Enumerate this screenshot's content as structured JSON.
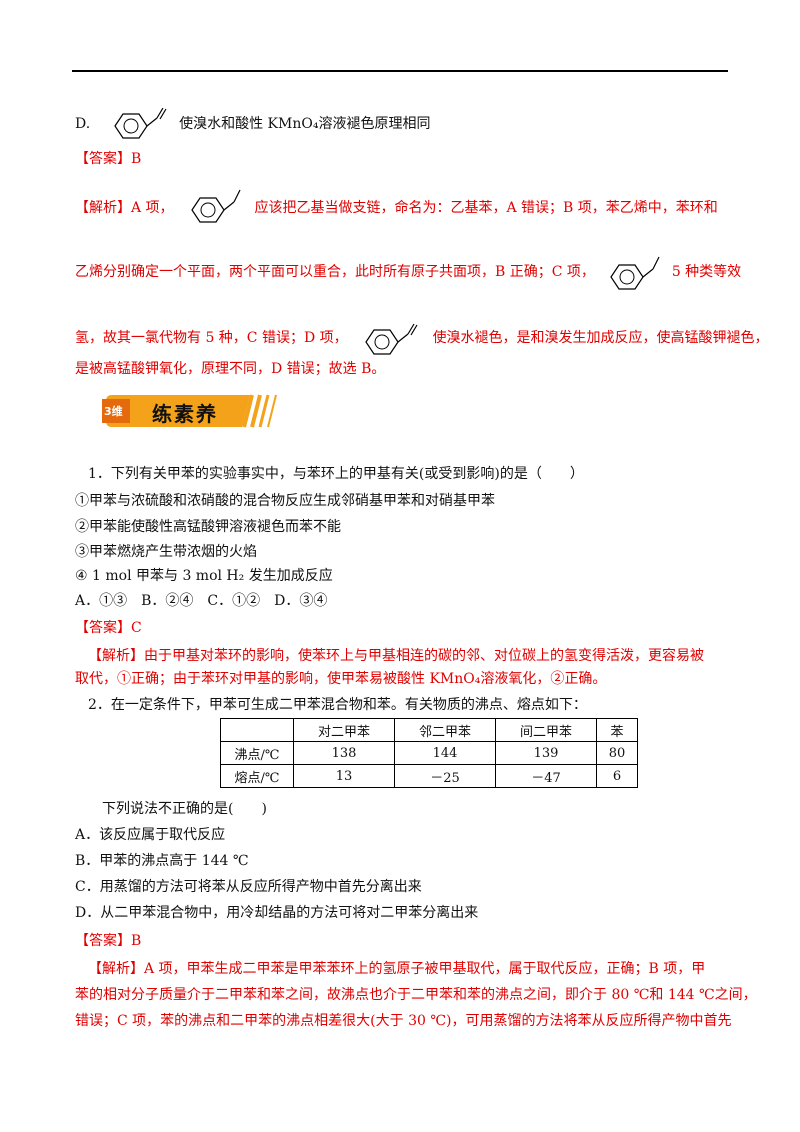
{
  "q_prev": {
    "d_letter": "D.",
    "d_text": "使溴水和酸性 KMnO₄溶液褪色原理相同",
    "answer": "【答案】B",
    "exp_tag": "【解析】",
    "exp_1a": "A 项，",
    "exp_1b": "应该把乙基当做支链，命名为：乙基苯，A 错误；B 项，苯乙烯中，苯环和",
    "exp_2a": "乙烯分别确定一个平面，两个平面可以重合，此时所有原子共面项，B 正确；C 项，",
    "exp_2b": "5 种类等效",
    "exp_3a": "氢，故其一氯代物有 5 种，C 错误；D 项，",
    "exp_3b": "使溴水褪色，是和溴发生加成反应，使高锰酸钾褪色，",
    "exp_4": "是被高锰酸钾氧化，原理不同，D 错误；故选 B。"
  },
  "section": {
    "badge": "3维",
    "title": "练素养"
  },
  "q1": {
    "stem": "1．下列有关甲苯的实验事实中，与苯环上的甲基有关(或受到影响)的是（　　）",
    "o1": "①甲苯与浓硫酸和浓硝酸的混合物反应生成邻硝基甲苯和对硝基甲苯",
    "o2": "②甲苯能使酸性高锰酸钾溶液褪色而苯不能",
    "o3": "③甲苯燃烧产生带浓烟的火焰",
    "o4": "④ 1 mol 甲苯与 3 mol H₂ 发生加成反应",
    "choices": "A．①③　B．②④　C．①②　D．③④",
    "answer": "【答案】C",
    "exp_1": "【解析】由于甲基对苯环的影响，使苯环上与甲基相连的碳的邻、对位碳上的氢变得活泼，更容易被",
    "exp_2": "取代，①正确；由于苯环对甲基的影响，使甲苯易被酸性 KMnO₄溶液氧化，②正确。"
  },
  "q2": {
    "stem": "2．在一定条件下，甲苯可生成二甲苯混合物和苯。有关物质的沸点、熔点如下：",
    "table": {
      "header": [
        "",
        "对二甲苯",
        "邻二甲苯",
        "间二甲苯",
        "苯"
      ],
      "rows": [
        [
          "沸点/℃",
          "138",
          "144",
          "139",
          "80"
        ],
        [
          "熔点/℃",
          "13",
          "－25",
          "－47",
          "6"
        ]
      ]
    },
    "q": "下列说法不正确的是(　　)",
    "a": "A．该反应属于取代反应",
    "b": "B．甲苯的沸点高于 144 ℃",
    "c": "C．用蒸馏的方法可将苯从反应所得产物中首先分离出来",
    "d": "D．从二甲苯混合物中，用冷却结晶的方法可将对二甲苯分离出来",
    "answer": "【答案】B",
    "exp_1": "【解析】A 项，甲苯生成二甲苯是甲苯苯环上的氢原子被甲基取代，属于取代反应，正确；B 项，甲",
    "exp_2": "苯的相对分子质量介于二甲苯和苯之间，故沸点也介于二甲苯和苯的沸点之间，即介于 80 ℃和 144 ℃之间，",
    "exp_3": "错误；C 项，苯的沸点和二甲苯的沸点相差很大(大于 30 ℃)，可用蒸馏的方法将苯从反应所得产物中首先"
  }
}
